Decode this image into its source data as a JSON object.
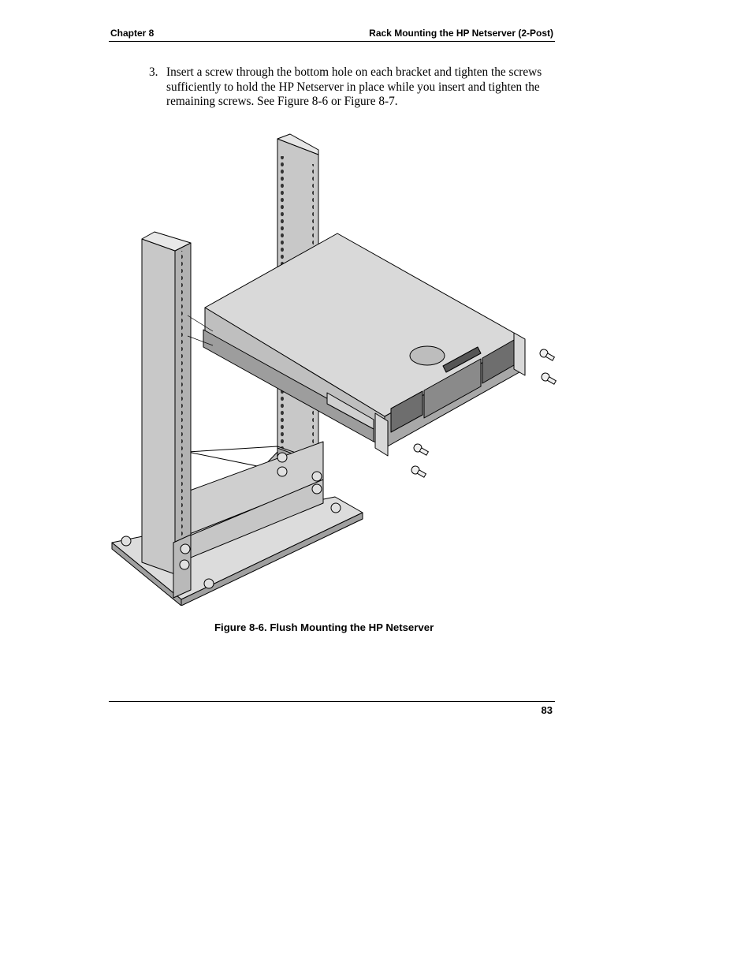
{
  "header": {
    "chapter": "Chapter 8",
    "title": "Rack Mounting the HP Netserver (2-Post)"
  },
  "step": {
    "number": "3.",
    "text": "Insert a screw through the bottom hole on each bracket and tighten the screws sufficiently to hold the HP Netserver in place while you insert and tighten the remaining screws.  See Figure 8-6 or Figure 8-7."
  },
  "figure": {
    "caption": "Figure 8-6. Flush Mounting the HP Netserver"
  },
  "footer": {
    "page_number": "83"
  }
}
